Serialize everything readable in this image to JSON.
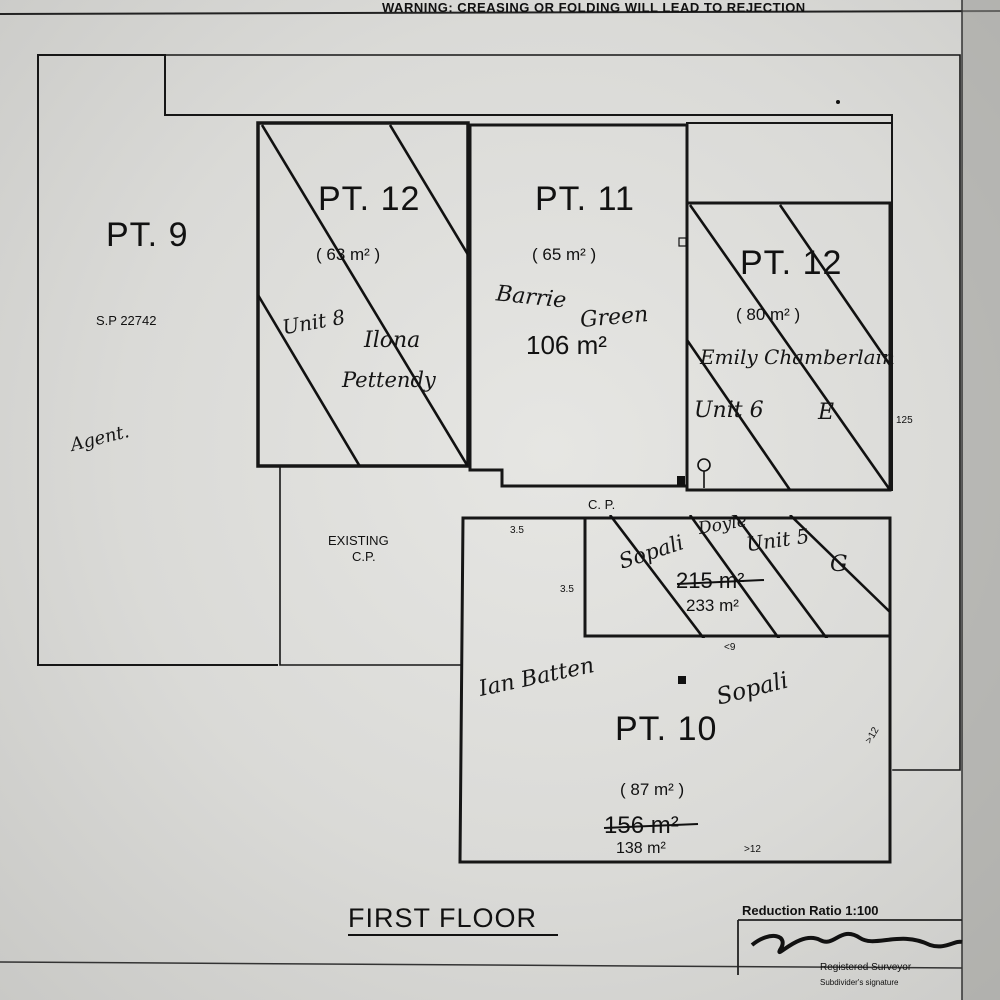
{
  "header": {
    "warning": "WARNING: CREASING OR FOLDING WILL LEAD TO REJECTION"
  },
  "lots": {
    "pt9": {
      "label": "PT. 9",
      "plan_ref": "S.P 22742",
      "note": "Agent."
    },
    "pt12_left": {
      "label": "PT. 12",
      "area": "( 63 m² )",
      "note_unit": "Unit 8",
      "note_name1": "Ilona",
      "note_name2": "Pettendy"
    },
    "pt11": {
      "label": "PT. 11",
      "area": "( 65 m² )",
      "note1": "Barrie",
      "note2": "Green",
      "note3": "106 m²"
    },
    "pt12_right": {
      "label": "PT. 12",
      "area": "( 80 m² )",
      "note1": "Emily Chamberlain",
      "note2": "Unit 6",
      "note3": "E",
      "dim": "125"
    },
    "cp": {
      "label": "C. P."
    },
    "existing_cp": {
      "line1": "EXISTING",
      "line2": "C.P."
    },
    "middle_lot": {
      "note_dim1": "3.5",
      "note_dim2": "3.5",
      "note1": "Sopali",
      "note2": "Doyle",
      "note3": "Unit 5",
      "note4": "G",
      "area1": "215 m²",
      "area2": "233 m²",
      "dim": "<9"
    },
    "pt10": {
      "label": "PT. 10",
      "area": "( 87 m² )",
      "area_note1": "156 m²",
      "area_note2": "138 m²",
      "note1": "Ian Batten",
      "note2": "Sopali",
      "dim": ">12",
      "side_note": ">12"
    }
  },
  "footer": {
    "title": "FIRST FLOOR",
    "ratio": "Reduction Ratio 1:100",
    "surveyor": "Registered Surveyor",
    "subdivider": "Subdivider's signature"
  }
}
